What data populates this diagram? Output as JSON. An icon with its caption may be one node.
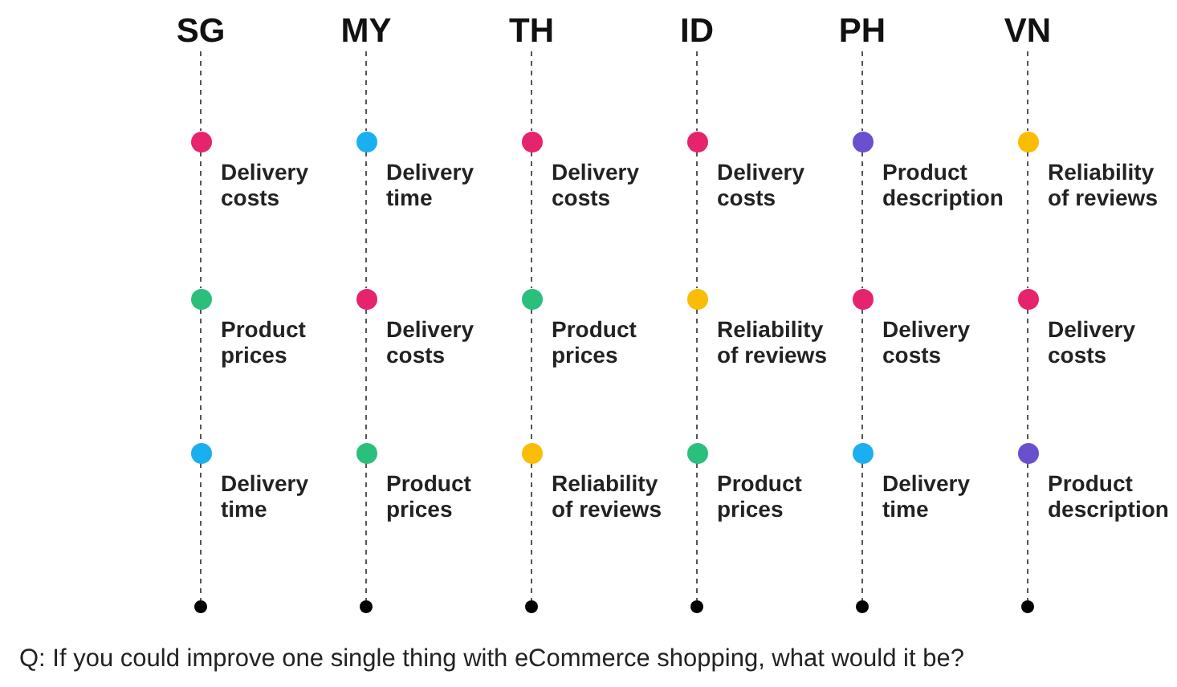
{
  "diagram": {
    "caption": "Q: If you could improve one single thing with eCommerce shopping, what would it be?",
    "nodes": [
      {
        "text": [
          "SG"
        ]
      },
      {
        "text": [
          "MY"
        ]
      },
      {
        "text": [
          "TH"
        ]
      },
      {
        "text": [
          "ID"
        ]
      },
      {
        "text": [
          "PH"
        ]
      },
      {
        "text": [
          "VN"
        ]
      },
      {
        "text": [
          "Delivery costs"
        ]
      },
      {
        "text": [
          "Delivery time"
        ]
      },
      {
        "text": [
          "Delivery costs"
        ]
      },
      {
        "text": [
          "Delivery costs"
        ]
      },
      {
        "text": [
          "Product description"
        ]
      },
      {
        "text": [
          "Reliability of reviews"
        ]
      },
      {
        "text": [
          "Product prices"
        ]
      },
      {
        "text": [
          "Delivery costs"
        ]
      },
      {
        "text": [
          "Product prices"
        ]
      },
      {
        "text": [
          "Reliability of reviews"
        ]
      },
      {
        "text": [
          "Delivery costs"
        ]
      },
      {
        "text": [
          "Delivery costs"
        ]
      },
      {
        "text": [
          "Delivery time"
        ]
      },
      {
        "text": [
          "Product prices"
        ]
      },
      {
        "text": [
          "Reliability of reviews"
        ]
      },
      {
        "text": [
          "Product prices"
        ]
      },
      {
        "text": [
          "Delivery time"
        ]
      },
      {
        "text": [
          "Product description"
        ]
      },
      {
        "text": [],
        "shape": "circle"
      },
      {
        "text": [],
        "shape": "circle"
      },
      {
        "text": [],
        "shape": "circle"
      },
      {
        "text": [],
        "shape": "circle"
      },
      {
        "text": [],
        "shape": "circle"
      },
      {
        "text": [],
        "shape": "circle"
      }
    ],
    "edges": [
      {
        "from": 0,
        "to": 6,
        "arrow": "none",
        "style": "dashed"
      },
      {
        "from": 6,
        "to": 12,
        "arrow": "none",
        "style": "dashed"
      },
      {
        "from": 12,
        "to": 18,
        "arrow": "none",
        "style": "dashed"
      },
      {
        "from": 18,
        "to": 24,
        "arrow": "none",
        "style": "dashed"
      },
      {
        "from": 1,
        "to": 7,
        "arrow": "none",
        "style": "dashed"
      },
      {
        "from": 7,
        "to": 13,
        "arrow": "none",
        "style": "dashed"
      },
      {
        "from": 13,
        "to": 19,
        "arrow": "none",
        "style": "dashed"
      },
      {
        "from": 19,
        "to": 25,
        "arrow": "none",
        "style": "dashed"
      },
      {
        "from": 2,
        "to": 8,
        "arrow": "none",
        "style": "dashed"
      },
      {
        "from": 8,
        "to": 14,
        "arrow": "none",
        "style": "dashed"
      },
      {
        "from": 14,
        "to": 20,
        "arrow": "none",
        "style": "dashed"
      },
      {
        "from": 20,
        "to": 26,
        "arrow": "none",
        "style": "dashed"
      },
      {
        "from": 3,
        "to": 9,
        "arrow": "none",
        "style": "dashed"
      },
      {
        "from": 9,
        "to": 15,
        "arrow": "none",
        "style": "dashed"
      },
      {
        "from": 15,
        "to": 21,
        "arrow": "none",
        "style": "dashed"
      },
      {
        "from": 21,
        "to": 27,
        "arrow": "none",
        "style": "dashed"
      },
      {
        "from": 4,
        "to": 10,
        "arrow": "none",
        "style": "dashed"
      },
      {
        "from": 10,
        "to": 16,
        "arrow": "none",
        "style": "dashed"
      },
      {
        "from": 16,
        "to": 22,
        "arrow": "none",
        "style": "dashed"
      },
      {
        "from": 22,
        "to": 28,
        "arrow": "none",
        "style": "dashed"
      },
      {
        "from": 5,
        "to": 11,
        "arrow": "none",
        "style": "dashed"
      },
      {
        "from": 11,
        "to": 17,
        "arrow": "none",
        "style": "dashed"
      },
      {
        "from": 17,
        "to": 23,
        "arrow": "none",
        "style": "dashed"
      },
      {
        "from": 23,
        "to": 29,
        "arrow": "none",
        "style": "dashed"
      }
    ]
  }
}
